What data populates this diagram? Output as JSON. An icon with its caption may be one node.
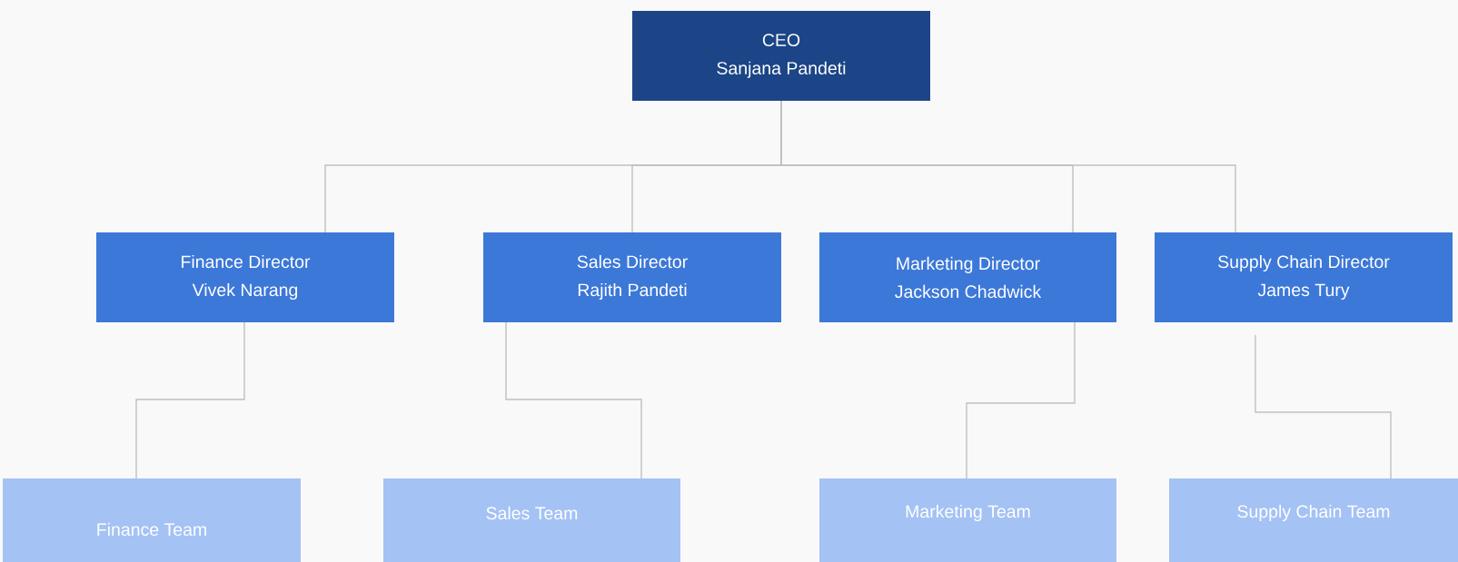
{
  "diagram": {
    "nodes": [
      {
        "text": [
          "CEO",
          "Sanjana Pandeti"
        ]
      },
      {
        "text": [
          "Finance Director",
          "Vivek Narang"
        ]
      },
      {
        "text": [
          "Sales Director",
          "Rajith Pandeti"
        ]
      },
      {
        "text": [
          "Marketing Director",
          "Jackson Chadwick"
        ]
      },
      {
        "text": [
          "Supply Chain Director",
          "James Tury"
        ]
      },
      {
        "text": [
          "Finance Team"
        ]
      },
      {
        "text": [
          "Sales Team"
        ]
      },
      {
        "text": [
          "Marketing Team"
        ]
      },
      {
        "text": [
          "Supply Chain Team"
        ]
      }
    ],
    "edges": [
      {
        "from": 0,
        "to": 1,
        "arrow": "none"
      },
      {
        "from": 0,
        "to": 2,
        "arrow": "none"
      },
      {
        "from": 0,
        "to": 3,
        "arrow": "none"
      },
      {
        "from": 0,
        "to": 4,
        "arrow": "none"
      },
      {
        "from": 1,
        "to": 5,
        "arrow": "none"
      },
      {
        "from": 2,
        "to": 6,
        "arrow": "none"
      },
      {
        "from": 3,
        "to": 7,
        "arrow": "none"
      },
      {
        "from": 4,
        "to": 8,
        "arrow": "none"
      }
    ]
  }
}
